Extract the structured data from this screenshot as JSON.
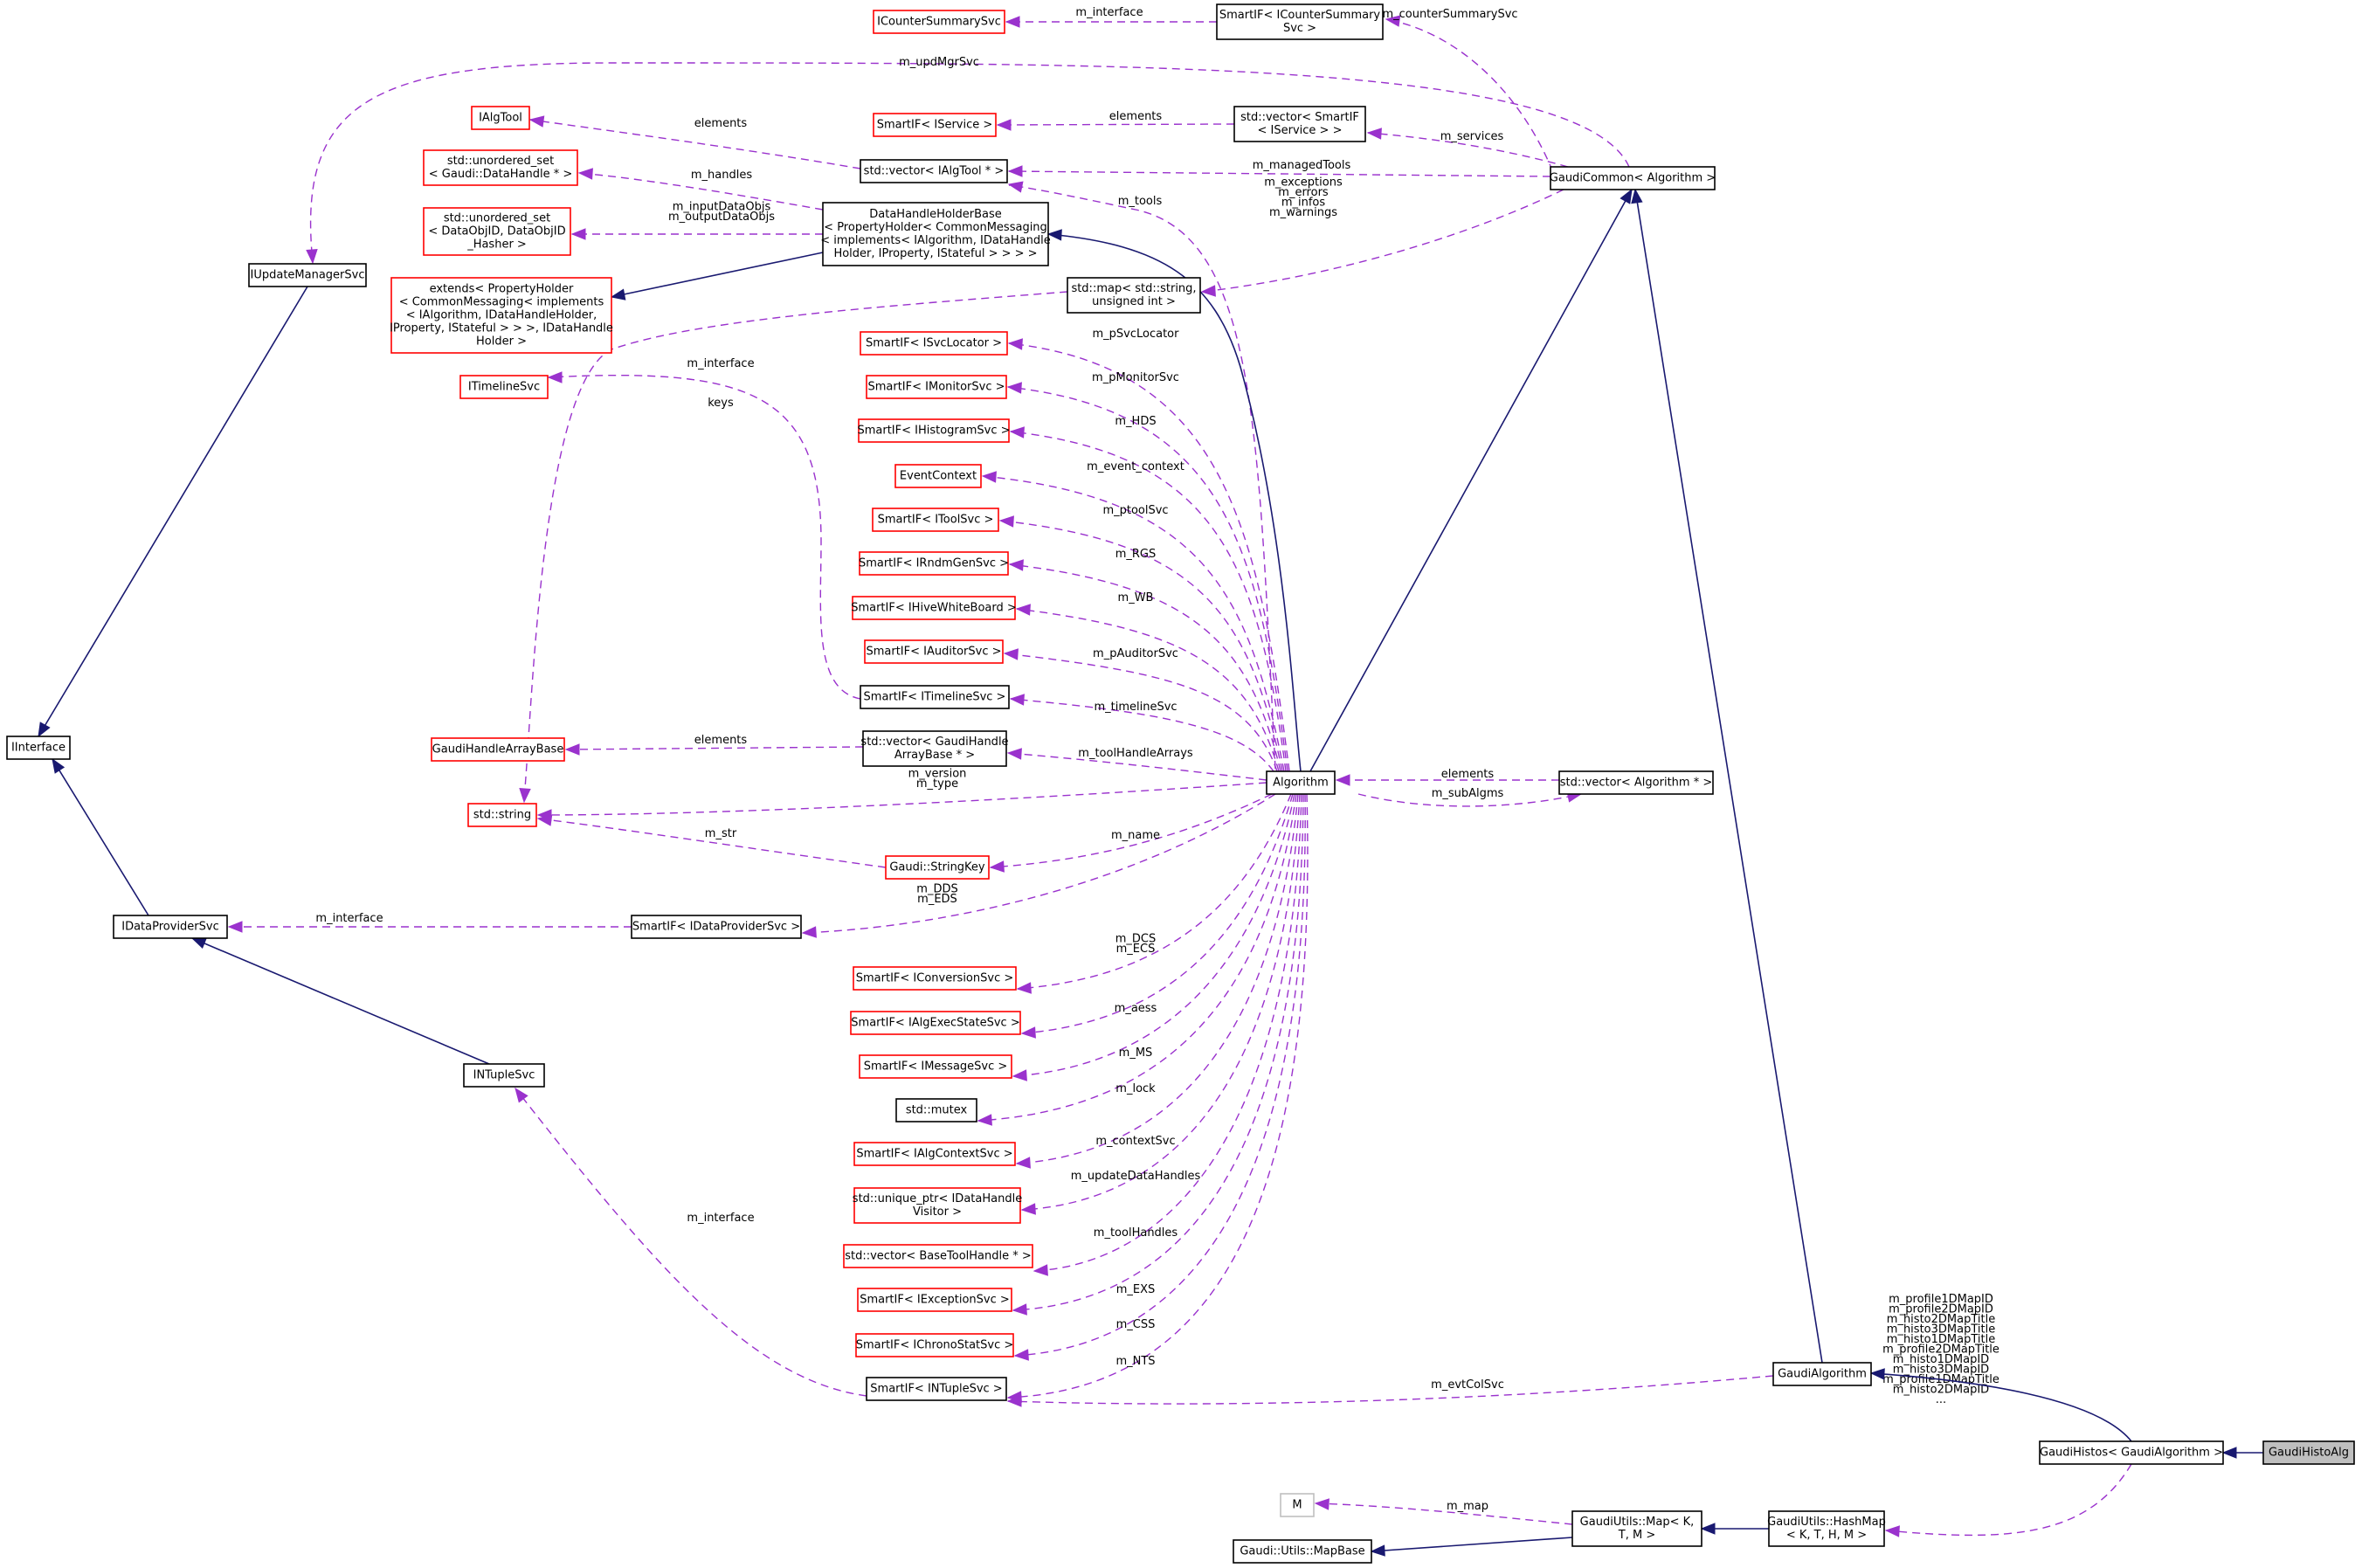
{
  "nodes": [
    {
      "id": "icountersummarysvc",
      "lines": [
        "ICounterSummarySvc"
      ],
      "border": "red"
    },
    {
      "id": "smartif-icountersummarysvc",
      "lines": [
        "SmartIF< ICounterSummary",
        "Svc >"
      ],
      "border": "black"
    },
    {
      "id": "ialgtool",
      "lines": [
        "IAlgTool"
      ],
      "border": "red"
    },
    {
      "id": "smartif-iservice",
      "lines": [
        "SmartIF< IService >"
      ],
      "border": "red"
    },
    {
      "id": "vector-smartif-iservice",
      "lines": [
        "std::vector< SmartIF",
        "< IService > >"
      ],
      "border": "black"
    },
    {
      "id": "gaudicommon-algorithm",
      "lines": [
        "GaudiCommon< Algorithm >"
      ],
      "border": "black"
    },
    {
      "id": "unordered-set-datahandle",
      "lines": [
        "std::unordered_set",
        "< Gaudi::DataHandle * >"
      ],
      "border": "red"
    },
    {
      "id": "vector-ialgtool",
      "lines": [
        "std::vector< IAlgTool * >"
      ],
      "border": "black"
    },
    {
      "id": "unordered-set-dataobjid",
      "lines": [
        "std::unordered_set",
        "< DataObjID, DataObjID",
        "_Hasher >"
      ],
      "border": "red"
    },
    {
      "id": "datahandleholderbase",
      "lines": [
        "DataHandleHolderBase",
        "< PropertyHolder< CommonMessaging",
        "< implements< IAlgorithm, IDataHandle",
        "Holder, IProperty, IStateful > > > >"
      ],
      "border": "black"
    },
    {
      "id": "iupdatemanagersvc",
      "lines": [
        "IUpdateManagerSvc"
      ],
      "border": "black"
    },
    {
      "id": "extends-propertyholder",
      "lines": [
        "extends< PropertyHolder",
        "< CommonMessaging< implements",
        "< IAlgorithm, IDataHandleHolder,",
        "IProperty, IStateful > > >, IDataHandle",
        "Holder >"
      ],
      "border": "red"
    },
    {
      "id": "map-string-uint",
      "lines": [
        "std::map< std::string,",
        "unsigned int >"
      ],
      "border": "black"
    },
    {
      "id": "smartif-isvclocator",
      "lines": [
        "SmartIF< ISvcLocator >"
      ],
      "border": "red"
    },
    {
      "id": "itimelinesvc",
      "lines": [
        "ITimelineSvc"
      ],
      "border": "red"
    },
    {
      "id": "smartif-imonitorsvc",
      "lines": [
        "SmartIF< IMonitorSvc >"
      ],
      "border": "red"
    },
    {
      "id": "smartif-ihistogramsvc",
      "lines": [
        "SmartIF< IHistogramSvc >"
      ],
      "border": "red"
    },
    {
      "id": "eventcontext",
      "lines": [
        "EventContext"
      ],
      "border": "red"
    },
    {
      "id": "smartif-itoolsvc",
      "lines": [
        "SmartIF< IToolSvc >"
      ],
      "border": "red"
    },
    {
      "id": "smartif-irndmgensvc",
      "lines": [
        "SmartIF< IRndmGenSvc >"
      ],
      "border": "red"
    },
    {
      "id": "smartif-ihivewhiteboard",
      "lines": [
        "SmartIF< IHiveWhiteBoard >"
      ],
      "border": "red"
    },
    {
      "id": "smartif-iauditorsvc",
      "lines": [
        "SmartIF< IAuditorSvc >"
      ],
      "border": "red"
    },
    {
      "id": "smartif-itimelinesvc",
      "lines": [
        "SmartIF< ITimelineSvc >"
      ],
      "border": "black"
    },
    {
      "id": "iinterface",
      "lines": [
        "IInterface"
      ],
      "border": "black"
    },
    {
      "id": "gaudihandlearraybase",
      "lines": [
        "GaudiHandleArrayBase"
      ],
      "border": "red"
    },
    {
      "id": "vector-gaudihandlearraybase",
      "lines": [
        "std::vector< GaudiHandle",
        "ArrayBase * >"
      ],
      "border": "black"
    },
    {
      "id": "algorithm",
      "lines": [
        "Algorithm"
      ],
      "border": "black"
    },
    {
      "id": "vector-algorithm",
      "lines": [
        "std::vector< Algorithm * >"
      ],
      "border": "black"
    },
    {
      "id": "std-string",
      "lines": [
        "std::string"
      ],
      "border": "red"
    },
    {
      "id": "gaudi-stringkey",
      "lines": [
        "Gaudi::StringKey"
      ],
      "border": "red"
    },
    {
      "id": "idataprovidersvc",
      "lines": [
        "IDataProviderSvc"
      ],
      "border": "black"
    },
    {
      "id": "smartif-idataprovidersvc",
      "lines": [
        "SmartIF< IDataProviderSvc >"
      ],
      "border": "black"
    },
    {
      "id": "smartif-iconversionsvc",
      "lines": [
        "SmartIF< IConversionSvc >"
      ],
      "border": "red"
    },
    {
      "id": "smartif-ialgexecstatesvc",
      "lines": [
        "SmartIF< IAlgExecStateSvc >"
      ],
      "border": "red"
    },
    {
      "id": "smartif-imessagesvc",
      "lines": [
        "SmartIF< IMessageSvc >"
      ],
      "border": "red"
    },
    {
      "id": "intuplesvc",
      "lines": [
        "INTupleSvc"
      ],
      "border": "black"
    },
    {
      "id": "std-mutex",
      "lines": [
        "std::mutex"
      ],
      "border": "black"
    },
    {
      "id": "smartif-ialgcontextsvc",
      "lines": [
        "SmartIF< IAlgContextSvc >"
      ],
      "border": "red"
    },
    {
      "id": "unique-ptr-idatahandlevisitor",
      "lines": [
        "std::unique_ptr< IDataHandle",
        "Visitor >"
      ],
      "border": "red"
    },
    {
      "id": "vector-basetoolhandle",
      "lines": [
        "std::vector< BaseToolHandle * >"
      ],
      "border": "red"
    },
    {
      "id": "smartif-iexceptionsvc",
      "lines": [
        "SmartIF< IExceptionSvc >"
      ],
      "border": "red"
    },
    {
      "id": "smartif-ichronostatsvc",
      "lines": [
        "SmartIF< IChronoStatSvc >"
      ],
      "border": "red"
    },
    {
      "id": "smartif-intuplesvc",
      "lines": [
        "SmartIF< INTupleSvc >"
      ],
      "border": "black"
    },
    {
      "id": "gaudialgorithm",
      "lines": [
        "GaudiAlgorithm"
      ],
      "border": "black"
    },
    {
      "id": "gaudihistos-gaudialgorithm",
      "lines": [
        "GaudiHistos< GaudiAlgorithm >"
      ],
      "border": "black"
    },
    {
      "id": "gaudihistoalg",
      "lines": [
        "GaudiHistoAlg"
      ],
      "border": "focus"
    },
    {
      "id": "m",
      "lines": [
        "M"
      ],
      "border": "gray"
    },
    {
      "id": "gaudiutils-map",
      "lines": [
        "GaudiUtils::Map< K,",
        "T, M >"
      ],
      "border": "black"
    },
    {
      "id": "gaudiutils-hashmap",
      "lines": [
        "GaudiUtils::HashMap",
        "< K, T, H, M >"
      ],
      "border": "black"
    },
    {
      "id": "gaudi-utils-mapbase",
      "lines": [
        "Gaudi::Utils::MapBase"
      ],
      "border": "black"
    }
  ],
  "edges": [
    {
      "id": "e-icounter",
      "type": "use",
      "lines": [
        "m_interface"
      ]
    },
    {
      "id": "e-countersummary",
      "type": "use",
      "lines": [
        "m_counterSummarySvc"
      ]
    },
    {
      "id": "e-updmgr",
      "type": "use",
      "lines": [
        "m_updMgrSvc"
      ]
    },
    {
      "id": "e-ialgtool",
      "type": "use",
      "lines": [
        "elements"
      ]
    },
    {
      "id": "e-iservice",
      "type": "use",
      "lines": [
        "elements"
      ]
    },
    {
      "id": "e-services",
      "type": "use",
      "lines": [
        "m_services"
      ]
    },
    {
      "id": "e-managedtools",
      "type": "use",
      "lines": [
        "m_managedTools"
      ]
    },
    {
      "id": "e-handles",
      "type": "use",
      "lines": [
        "m_handles"
      ]
    },
    {
      "id": "e-tools",
      "type": "use",
      "lines": [
        "m_tools"
      ]
    },
    {
      "id": "e-dataobjs",
      "type": "use",
      "lines": [
        "m_inputDataObjs",
        "m_outputDataObjs"
      ]
    },
    {
      "id": "e-counters",
      "type": "use",
      "lines": [
        "m_exceptions",
        "m_errors",
        "m_infos",
        "m_warnings"
      ]
    },
    {
      "id": "e-keys",
      "type": "use",
      "lines": [
        "keys"
      ]
    },
    {
      "id": "e-timeline-iface",
      "type": "use",
      "lines": [
        "m_interface"
      ]
    },
    {
      "id": "e-svclocator",
      "type": "use",
      "lines": [
        "m_pSvcLocator"
      ]
    },
    {
      "id": "e-monitorsvc",
      "type": "use",
      "lines": [
        "m_pMonitorSvc"
      ]
    },
    {
      "id": "e-hds",
      "type": "use",
      "lines": [
        "m_HDS"
      ]
    },
    {
      "id": "e-eventcontext",
      "type": "use",
      "lines": [
        "m_event_context"
      ]
    },
    {
      "id": "e-ptoolsvc",
      "type": "use",
      "lines": [
        "m_ptoolSvc"
      ]
    },
    {
      "id": "e-rgs",
      "type": "use",
      "lines": [
        "m_RGS"
      ]
    },
    {
      "id": "e-wb",
      "type": "use",
      "lines": [
        "m_WB"
      ]
    },
    {
      "id": "e-auditorsvc",
      "type": "use",
      "lines": [
        "m_pAuditorSvc"
      ]
    },
    {
      "id": "e-timelinesvc",
      "type": "use",
      "lines": [
        "m_timelineSvc"
      ]
    },
    {
      "id": "e-gharray",
      "type": "use",
      "lines": [
        "elements"
      ]
    },
    {
      "id": "e-toolhandlearrays",
      "type": "use",
      "lines": [
        "m_toolHandleArrays"
      ]
    },
    {
      "id": "e-vecalg",
      "type": "use",
      "lines": [
        "elements"
      ]
    },
    {
      "id": "e-subalgms",
      "type": "use",
      "lines": [
        "m_subAlgms"
      ]
    },
    {
      "id": "e-version",
      "type": "use",
      "lines": [
        "m_version",
        "m_type"
      ]
    },
    {
      "id": "e-str",
      "type": "use",
      "lines": [
        "m_str"
      ]
    },
    {
      "id": "e-name",
      "type": "use",
      "lines": [
        "m_name"
      ]
    },
    {
      "id": "e-dp-iface",
      "type": "use",
      "lines": [
        "m_interface"
      ]
    },
    {
      "id": "e-dds",
      "type": "use",
      "lines": [
        "m_DDS",
        "m_EDS"
      ]
    },
    {
      "id": "e-dcs",
      "type": "use",
      "lines": [
        "m_DCS",
        "m_ECS"
      ]
    },
    {
      "id": "e-aess",
      "type": "use",
      "lines": [
        "m_aess"
      ]
    },
    {
      "id": "e-ms",
      "type": "use",
      "lines": [
        "m_MS"
      ]
    },
    {
      "id": "e-lock",
      "type": "use",
      "lines": [
        "m_lock"
      ]
    },
    {
      "id": "e-contextsvc",
      "type": "use",
      "lines": [
        "m_contextSvc"
      ]
    },
    {
      "id": "e-updatedatahandles",
      "type": "use",
      "lines": [
        "m_updateDataHandles"
      ]
    },
    {
      "id": "e-toolhandles",
      "type": "use",
      "lines": [
        "m_toolHandles"
      ]
    },
    {
      "id": "e-exs",
      "type": "use",
      "lines": [
        "m_EXS"
      ]
    },
    {
      "id": "e-css",
      "type": "use",
      "lines": [
        "m_CSS"
      ]
    },
    {
      "id": "e-nts",
      "type": "use",
      "lines": [
        "m_NTS"
      ]
    },
    {
      "id": "e-nt-iface",
      "type": "use",
      "lines": [
        "m_interface"
      ]
    },
    {
      "id": "e-evtcolsvc",
      "type": "use",
      "lines": [
        "m_evtColSvc"
      ]
    },
    {
      "id": "e-map",
      "type": "use",
      "lines": [
        "m_map"
      ]
    },
    {
      "id": "e-histomaps",
      "type": "use",
      "lines": [
        "m_profile1DMapID",
        "m_profile2DMapID",
        "m_histo2DMapTitle",
        "m_histo3DMapTitle",
        "m_histo1DMapTitle",
        "m_profile2DMapTitle",
        "m_histo1DMapID",
        "m_histo3DMapID",
        "m_profile1DMapTitle",
        "m_histo2DMapID",
        "..."
      ]
    },
    {
      "id": "i-extends-dhhb",
      "type": "inh",
      "lines": []
    },
    {
      "id": "i-dhhb-alg",
      "type": "inh",
      "lines": []
    },
    {
      "id": "i-upd-iinterface",
      "type": "inh",
      "lines": []
    },
    {
      "id": "i-dp-iinterface",
      "type": "inh",
      "lines": []
    },
    {
      "id": "i-nt-dp",
      "type": "inh",
      "lines": []
    },
    {
      "id": "i-alg-gaudicommon",
      "type": "inh",
      "lines": []
    },
    {
      "id": "i-gaudicommon-gaudialg",
      "type": "inh",
      "lines": []
    },
    {
      "id": "i-gaudialg-histos",
      "type": "inh",
      "lines": []
    },
    {
      "id": "i-histos-histoalg",
      "type": "inh",
      "lines": []
    },
    {
      "id": "i-map-mapbase",
      "type": "inh",
      "lines": []
    },
    {
      "id": "i-hashmap-map",
      "type": "inh",
      "lines": []
    }
  ]
}
